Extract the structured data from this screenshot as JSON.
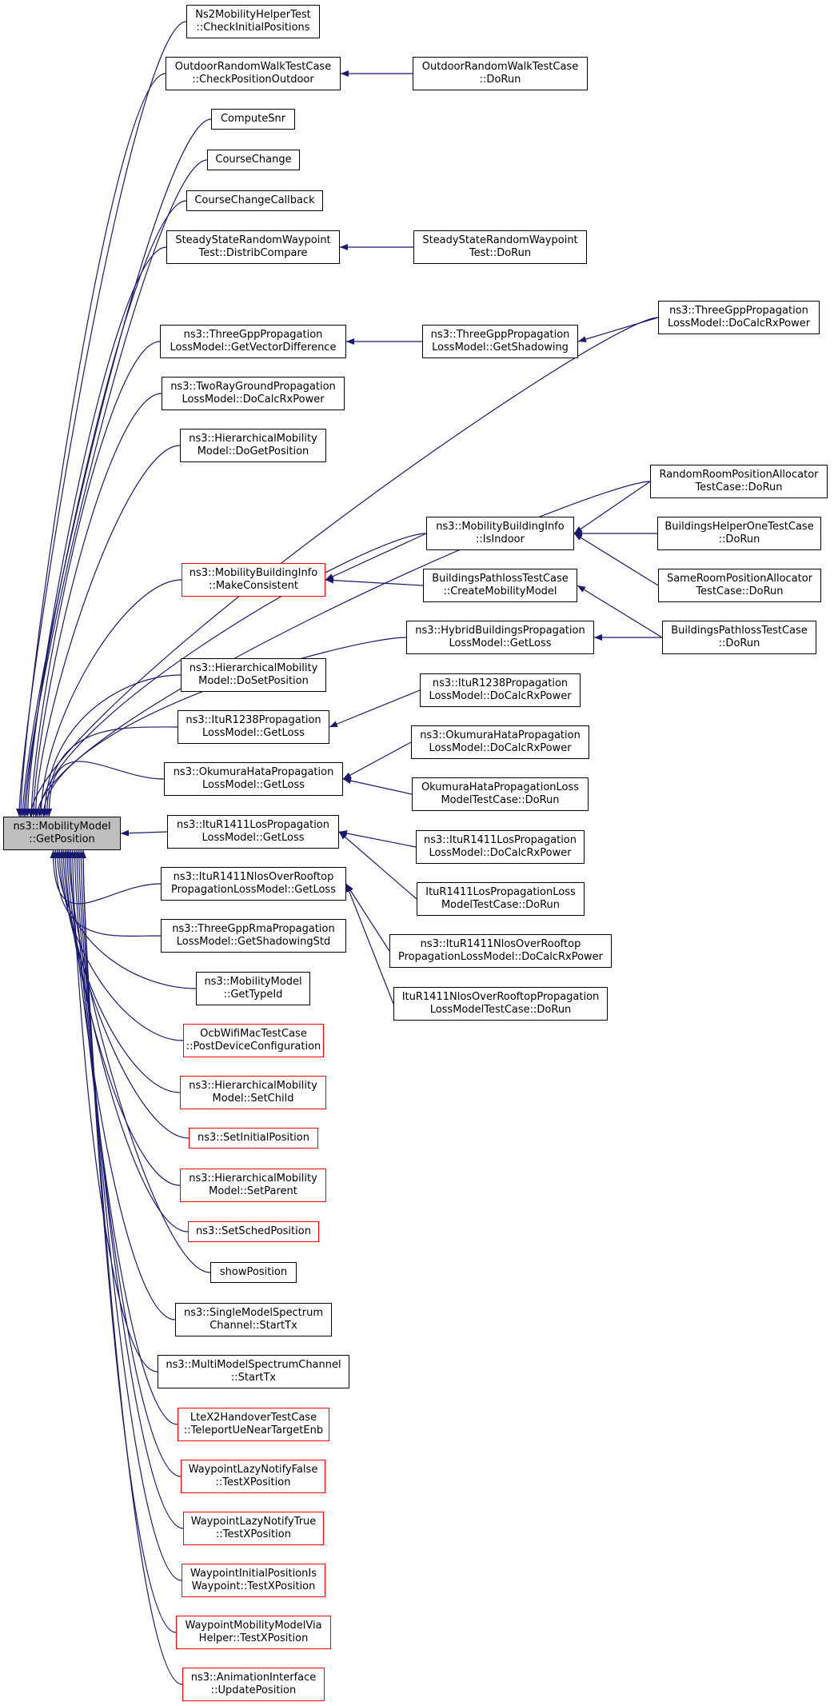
{
  "colors": {
    "edge": "#191970",
    "border": "#000000",
    "highlight_border": "#ff0000",
    "root_fill": "#bfbfbf",
    "background": "#ffffff"
  },
  "nodes": {
    "root": {
      "lines": [
        "ns3::MobilityModel",
        "::GetPosition"
      ],
      "style": "root"
    },
    "n1": {
      "lines": [
        "Ns2MobilityHelperTest",
        "::CheckInitialPositions"
      ],
      "style": "black"
    },
    "n2": {
      "lines": [
        "OutdoorRandomWalkTestCase",
        "::CheckPositionOutdoor"
      ],
      "style": "black"
    },
    "n2b": {
      "lines": [
        "OutdoorRandomWalkTestCase",
        "::DoRun"
      ],
      "style": "black"
    },
    "n3": {
      "lines": [
        "ComputeSnr"
      ],
      "style": "black"
    },
    "n4": {
      "lines": [
        "CourseChange"
      ],
      "style": "black"
    },
    "n5": {
      "lines": [
        "CourseChangeCallback"
      ],
      "style": "black"
    },
    "n6": {
      "lines": [
        "SteadyStateRandomWaypoint",
        "Test::DistribCompare"
      ],
      "style": "black"
    },
    "n6b": {
      "lines": [
        "SteadyStateRandomWaypoint",
        "Test::DoRun"
      ],
      "style": "black"
    },
    "n7": {
      "lines": [
        "ns3::ThreeGppPropagation",
        "LossModel::DoCalcRxPower"
      ],
      "style": "black"
    },
    "n8": {
      "lines": [
        "ns3::ThreeGppPropagation",
        "LossModel::GetVectorDifference"
      ],
      "style": "black"
    },
    "n8b": {
      "lines": [
        "ns3::ThreeGppPropagation",
        "LossModel::GetShadowing"
      ],
      "style": "black"
    },
    "n9": {
      "lines": [
        "ns3::TwoRayGroundPropagation",
        "LossModel::DoCalcRxPower"
      ],
      "style": "black"
    },
    "n10": {
      "lines": [
        "ns3::HierarchicalMobility",
        "Model::DoGetPosition"
      ],
      "style": "black"
    },
    "n11": {
      "lines": [
        "RandomRoomPositionAllocator",
        "TestCase::DoRun"
      ],
      "style": "black"
    },
    "n12": {
      "lines": [
        "ns3::MobilityBuildingInfo",
        "::IsIndoor"
      ],
      "style": "black"
    },
    "n12b": {
      "lines": [
        "BuildingsHelperOneTestCase",
        "::DoRun"
      ],
      "style": "black"
    },
    "n12c": {
      "lines": [
        "SameRoomPositionAllocator",
        "TestCase::DoRun"
      ],
      "style": "black"
    },
    "n13": {
      "lines": [
        "ns3::MobilityBuildingInfo",
        "::MakeConsistent"
      ],
      "style": "red"
    },
    "n13b": {
      "lines": [
        "BuildingsPathlossTestCase",
        "::CreateMobilityModel"
      ],
      "style": "black"
    },
    "n14": {
      "lines": [
        "ns3::HybridBuildingsPropagation",
        "LossModel::GetLoss"
      ],
      "style": "black"
    },
    "n14b": {
      "lines": [
        "BuildingsPathlossTestCase",
        "::DoRun"
      ],
      "style": "black"
    },
    "n15": {
      "lines": [
        "ns3::HierarchicalMobility",
        "Model::DoSetPosition"
      ],
      "style": "black"
    },
    "n16": {
      "lines": [
        "ns3::ItuR1238Propagation",
        "LossModel::GetLoss"
      ],
      "style": "black"
    },
    "n16b": {
      "lines": [
        "ns3::ItuR1238Propagation",
        "LossModel::DoCalcRxPower"
      ],
      "style": "black"
    },
    "n17": {
      "lines": [
        "ns3::OkumuraHataPropagation",
        "LossModel::GetLoss"
      ],
      "style": "black"
    },
    "n17b": {
      "lines": [
        "ns3::OkumuraHataPropagation",
        "LossModel::DoCalcRxPower"
      ],
      "style": "black"
    },
    "n17c": {
      "lines": [
        "OkumuraHataPropagationLoss",
        "ModelTestCase::DoRun"
      ],
      "style": "black"
    },
    "n18": {
      "lines": [
        "ns3::ItuR1411LosPropagation",
        "LossModel::GetLoss"
      ],
      "style": "black"
    },
    "n18b": {
      "lines": [
        "ns3::ItuR1411LosPropagation",
        "LossModel::DoCalcRxPower"
      ],
      "style": "black"
    },
    "n18c": {
      "lines": [
        "ItuR1411LosPropagationLoss",
        "ModelTestCase::DoRun"
      ],
      "style": "black"
    },
    "n19": {
      "lines": [
        "ns3::ItuR1411NlosOverRooftop",
        "PropagationLossModel::GetLoss"
      ],
      "style": "black"
    },
    "n19b": {
      "lines": [
        "ns3::ItuR1411NlosOverRooftop",
        "PropagationLossModel::DoCalcRxPower"
      ],
      "style": "black"
    },
    "n19c": {
      "lines": [
        "ItuR1411NlosOverRooftopPropagation",
        "LossModelTestCase::DoRun"
      ],
      "style": "black"
    },
    "n20": {
      "lines": [
        "ns3::ThreeGppRmaPropagation",
        "LossModel::GetShadowingStd"
      ],
      "style": "black"
    },
    "n21": {
      "lines": [
        "ns3::MobilityModel",
        "::GetTypeId"
      ],
      "style": "black"
    },
    "n22": {
      "lines": [
        "OcbWifiMacTestCase",
        "::PostDeviceConfiguration"
      ],
      "style": "red"
    },
    "n23": {
      "lines": [
        "ns3::HierarchicalMobility",
        "Model::SetChild"
      ],
      "style": "red"
    },
    "n24": {
      "lines": [
        "ns3::SetInitialPosition"
      ],
      "style": "red"
    },
    "n25": {
      "lines": [
        "ns3::HierarchicalMobility",
        "Model::SetParent"
      ],
      "style": "red"
    },
    "n26": {
      "lines": [
        "ns3::SetSchedPosition"
      ],
      "style": "red"
    },
    "n27": {
      "lines": [
        "showPosition"
      ],
      "style": "black"
    },
    "n28": {
      "lines": [
        "ns3::SingleModelSpectrum",
        "Channel::StartTx"
      ],
      "style": "black"
    },
    "n29": {
      "lines": [
        "ns3::MultiModelSpectrumChannel",
        "::StartTx"
      ],
      "style": "black"
    },
    "n30": {
      "lines": [
        "LteX2HandoverTestCase",
        "::TeleportUeNearTargetEnb"
      ],
      "style": "red"
    },
    "n31": {
      "lines": [
        "WaypointLazyNotifyFalse",
        "::TestXPosition"
      ],
      "style": "red"
    },
    "n32": {
      "lines": [
        "WaypointLazyNotifyTrue",
        "::TestXPosition"
      ],
      "style": "red"
    },
    "n33": {
      "lines": [
        "WaypointInitialPositionIs",
        "Waypoint::TestXPosition"
      ],
      "style": "red"
    },
    "n34": {
      "lines": [
        "WaypointMobilityModelVia",
        "Helper::TestXPosition"
      ],
      "style": "red"
    },
    "n35": {
      "lines": [
        "ns3::AnimationInterface",
        "::UpdatePosition"
      ],
      "style": "red"
    }
  },
  "edges": [
    [
      "n1",
      "root"
    ],
    [
      "n2",
      "root"
    ],
    [
      "n3",
      "root"
    ],
    [
      "n4",
      "root"
    ],
    [
      "n5",
      "root"
    ],
    [
      "n6",
      "root"
    ],
    [
      "n7",
      "root"
    ],
    [
      "n8",
      "root"
    ],
    [
      "n9",
      "root"
    ],
    [
      "n10",
      "root"
    ],
    [
      "n11",
      "root"
    ],
    [
      "n12",
      "root"
    ],
    [
      "n13",
      "root"
    ],
    [
      "n14",
      "root"
    ],
    [
      "n15",
      "root"
    ],
    [
      "n16",
      "root"
    ],
    [
      "n17",
      "root"
    ],
    [
      "n18",
      "root"
    ],
    [
      "n19",
      "root"
    ],
    [
      "n20",
      "root"
    ],
    [
      "n21",
      "root"
    ],
    [
      "n22",
      "root"
    ],
    [
      "n23",
      "root"
    ],
    [
      "n24",
      "root"
    ],
    [
      "n25",
      "root"
    ],
    [
      "n26",
      "root"
    ],
    [
      "n27",
      "root"
    ],
    [
      "n28",
      "root"
    ],
    [
      "n29",
      "root"
    ],
    [
      "n30",
      "root"
    ],
    [
      "n31",
      "root"
    ],
    [
      "n32",
      "root"
    ],
    [
      "n33",
      "root"
    ],
    [
      "n34",
      "root"
    ],
    [
      "n35",
      "root"
    ],
    [
      "n2b",
      "n2"
    ],
    [
      "n6b",
      "n6"
    ],
    [
      "n8b",
      "n8"
    ],
    [
      "n7",
      "n8b"
    ],
    [
      "n12",
      "n13"
    ],
    [
      "n13b",
      "n13"
    ],
    [
      "n11",
      "n12"
    ],
    [
      "n12b",
      "n12"
    ],
    [
      "n12c",
      "n12"
    ],
    [
      "n14b",
      "n13b"
    ],
    [
      "n14b",
      "n14"
    ],
    [
      "n16b",
      "n16"
    ],
    [
      "n17b",
      "n17"
    ],
    [
      "n17c",
      "n17"
    ],
    [
      "n18b",
      "n18"
    ],
    [
      "n18c",
      "n18"
    ],
    [
      "n19b",
      "n19"
    ],
    [
      "n19c",
      "n19"
    ]
  ]
}
